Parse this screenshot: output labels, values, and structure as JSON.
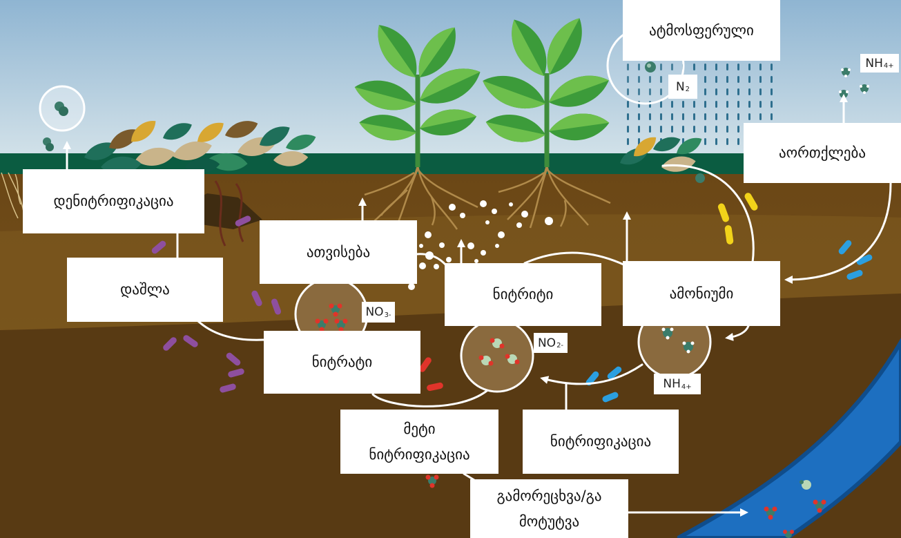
{
  "labels": {
    "atmospheric": "ატმოსფერული",
    "evaporation": "აორთქლება",
    "denitrification": "დენიტრიფიკაცია",
    "decomposition": "დაშლა",
    "uptake": "ათვისება",
    "nitrite": "ნიტრიტი",
    "ammonium": "ამონიუმი",
    "nitrate": "ნიტრატი",
    "more_nitrification": [
      "მეტი",
      "ნიტრიფიკაცია"
    ],
    "nitrification": "ნიტრიფიკაცია",
    "leaching": [
      "გამორეცხვა/გა",
      "მოტუტვა"
    ]
  },
  "formulas": {
    "atmosphere_n2": {
      "base": "N",
      "sub": "2"
    },
    "air_nh4": {
      "base": "NH",
      "sub": "4+"
    },
    "nitrate_no3": {
      "base": "NO",
      "sub": "3-"
    },
    "nitrite_no2": {
      "base": "NO",
      "sub": "2-"
    },
    "ammonium_nh4": {
      "base": "NH",
      "sub": "4+"
    }
  },
  "colors": {
    "sky_top": "#8fb5d2",
    "sky_horizon": "#d6e4ea",
    "ground_band": "#0b5c41",
    "soil_upper": "#6f4b17",
    "soil_lower": "#583a13",
    "river": "#1d6fc0",
    "plant_dark": "#3c9b3a",
    "plant_light": "#6dbf4c",
    "bacteria_purple": "#8e4f9f",
    "bacteria_red": "#e0342a",
    "bacteria_blue": "#2b9fe0",
    "bacteria_yellow": "#f2d31a",
    "molecule_teal": "#3b7c6a",
    "arrow": "#ffffff"
  }
}
